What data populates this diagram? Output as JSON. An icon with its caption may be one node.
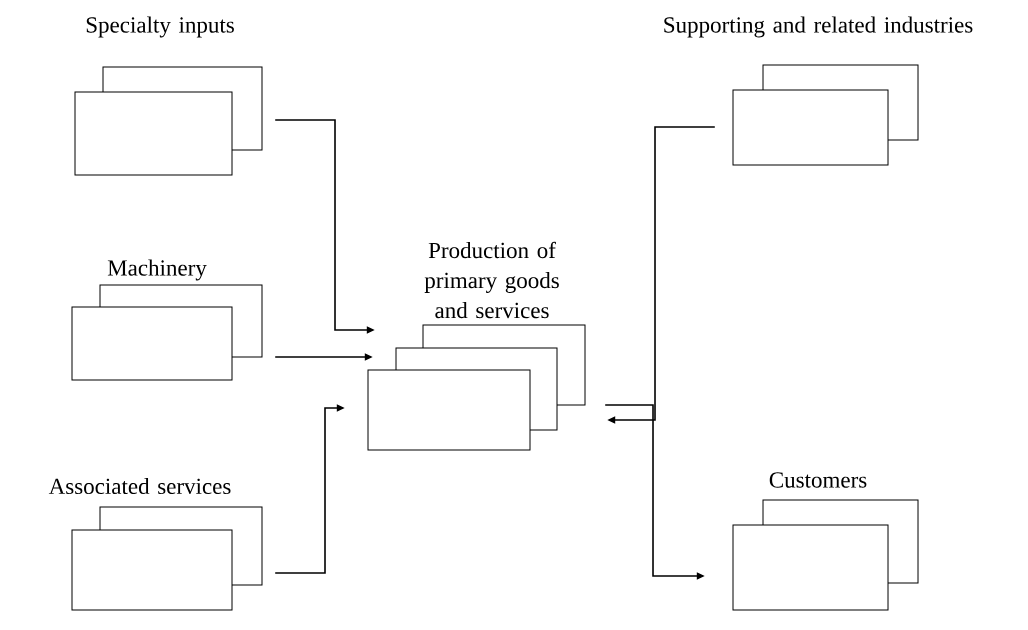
{
  "diagram": {
    "nodes": [
      {
        "text": [
          "Specialty inputs"
        ]
      },
      {
        "text": [
          "Machinery"
        ]
      },
      {
        "text": [
          "Associated services"
        ]
      },
      {
        "text": [
          "Production of primary goods and services"
        ]
      },
      {
        "text": [
          "Supporting and related industries"
        ]
      },
      {
        "text": [
          "Customers"
        ]
      }
    ],
    "edges": [
      {
        "from": 0,
        "to": 3,
        "arrow": "to"
      },
      {
        "from": 1,
        "to": 3,
        "arrow": "to"
      },
      {
        "from": 2,
        "to": 3,
        "arrow": "to"
      },
      {
        "from": 4,
        "to": 3,
        "arrow": "to"
      },
      {
        "from": 3,
        "to": 5,
        "arrow": "to"
      }
    ]
  }
}
